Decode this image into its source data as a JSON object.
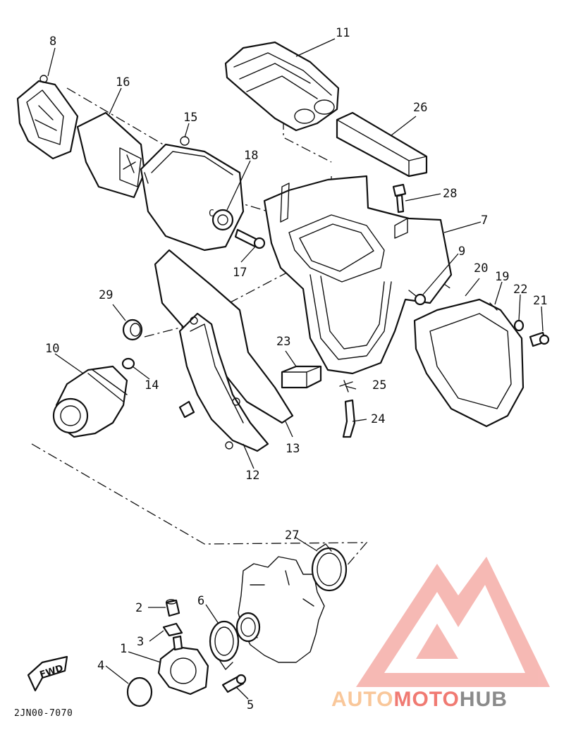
{
  "callouts": [
    {
      "n": "1"
    },
    {
      "n": "2"
    },
    {
      "n": "3"
    },
    {
      "n": "4"
    },
    {
      "n": "5"
    },
    {
      "n": "6"
    },
    {
      "n": "7"
    },
    {
      "n": "8"
    },
    {
      "n": "9"
    },
    {
      "n": "10"
    },
    {
      "n": "11"
    },
    {
      "n": "12"
    },
    {
      "n": "13"
    },
    {
      "n": "14"
    },
    {
      "n": "15"
    },
    {
      "n": "16"
    },
    {
      "n": "17"
    },
    {
      "n": "18"
    },
    {
      "n": "19"
    },
    {
      "n": "20"
    },
    {
      "n": "21"
    },
    {
      "n": "22"
    },
    {
      "n": "23"
    },
    {
      "n": "24"
    },
    {
      "n": "25"
    },
    {
      "n": "26"
    },
    {
      "n": "27"
    },
    {
      "n": "28"
    },
    {
      "n": "29"
    }
  ],
  "diagram_code": "2JN00-7070",
  "fwd_label": "FWD",
  "watermark": {
    "part1": "AUTO",
    "part2": "MOTO",
    "part3": "HUB",
    "color_light": "#f9c79a",
    "color_accent": "#f07a72",
    "color_dark": "#8a8a8a"
  }
}
